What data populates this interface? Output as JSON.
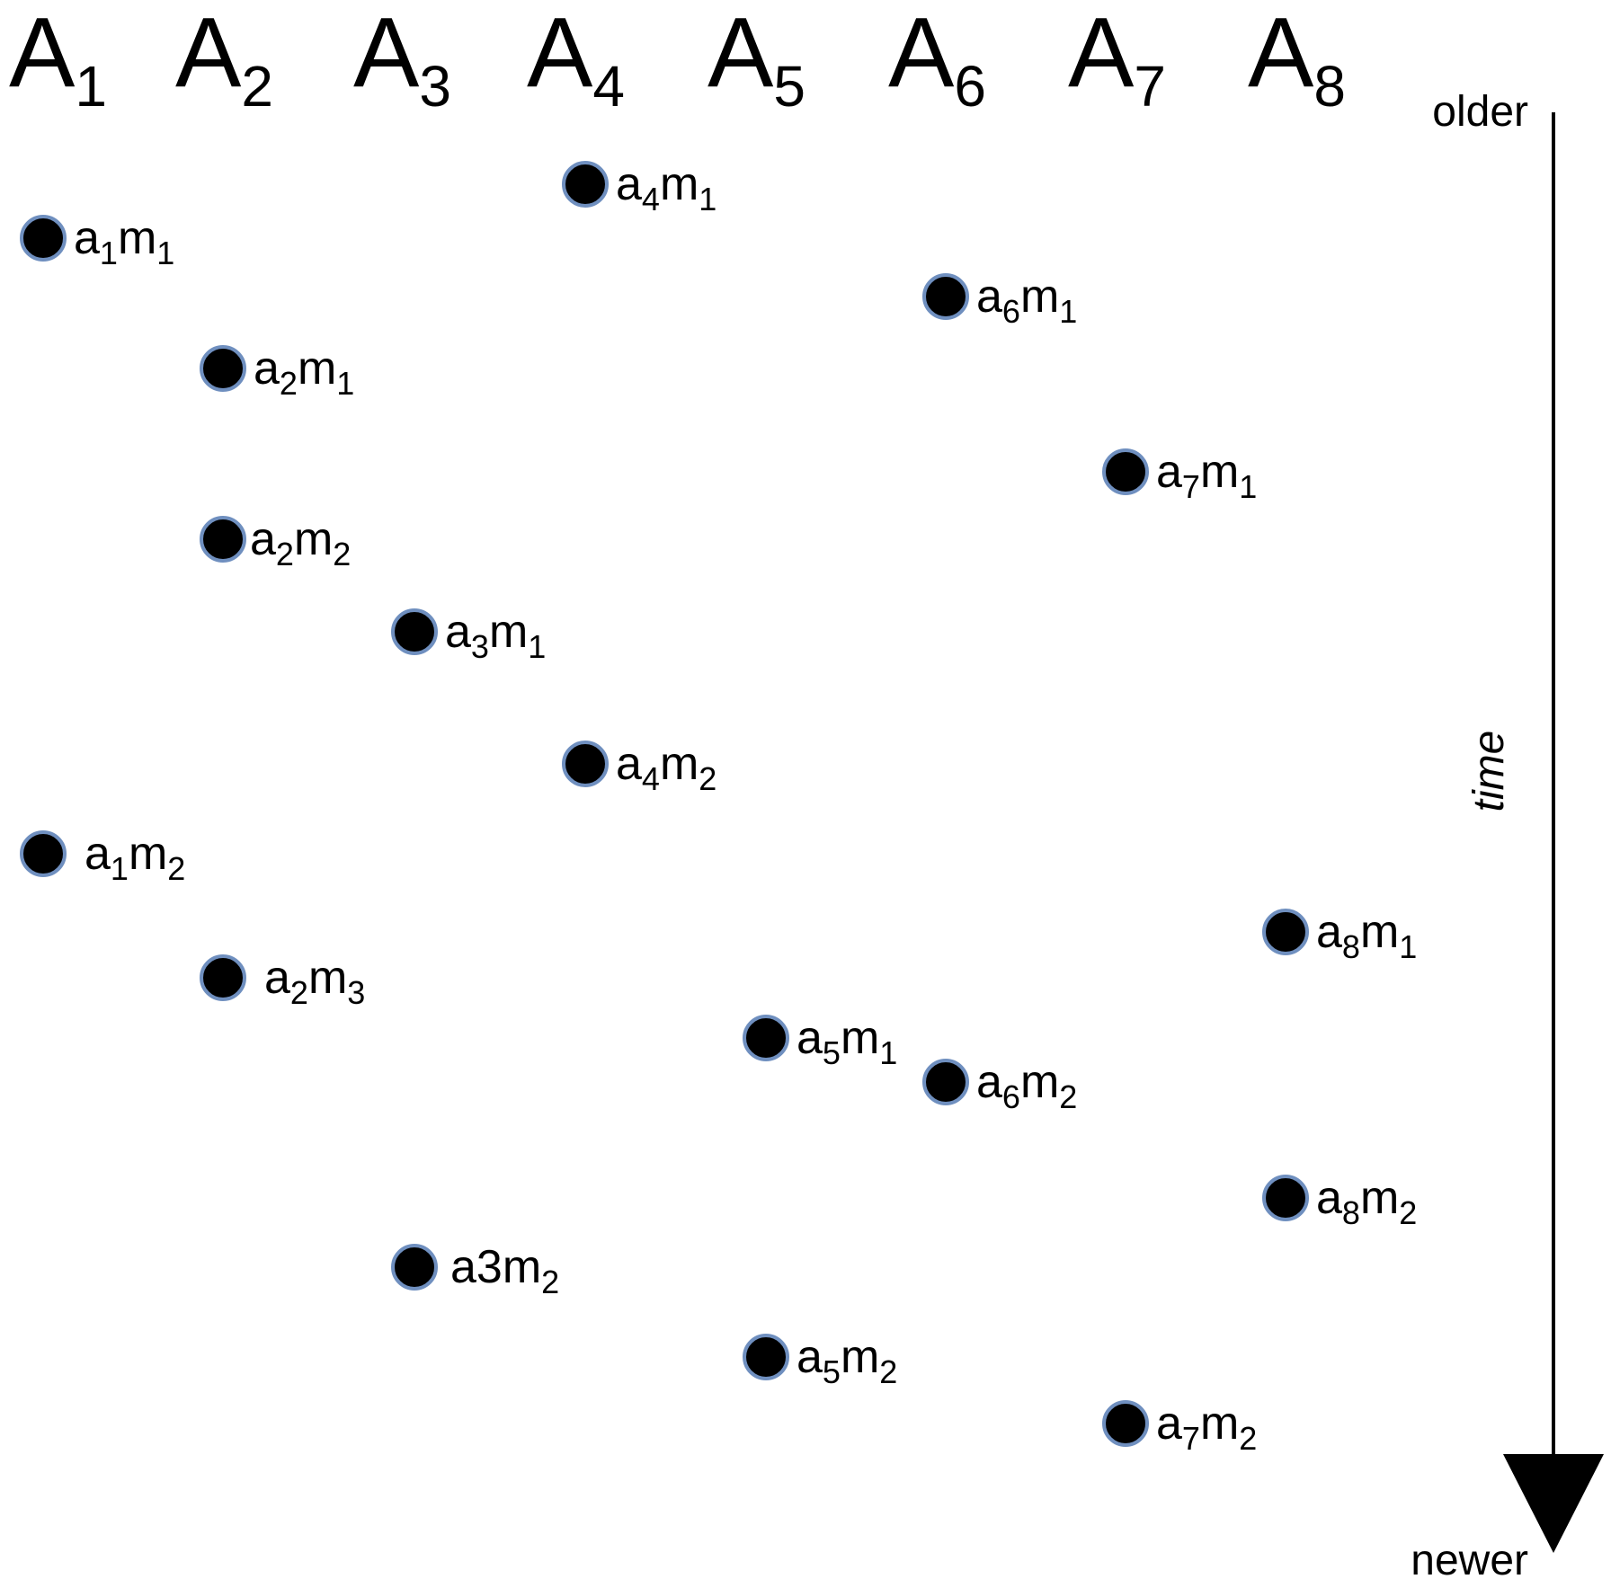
{
  "columns": [
    {
      "id": "A1",
      "base": "A",
      "sub": "1"
    },
    {
      "id": "A2",
      "base": "A",
      "sub": "2"
    },
    {
      "id": "A3",
      "base": "A",
      "sub": "3"
    },
    {
      "id": "A4",
      "base": "A",
      "sub": "4"
    },
    {
      "id": "A5",
      "base": "A",
      "sub": "5"
    },
    {
      "id": "A6",
      "base": "A",
      "sub": "6"
    },
    {
      "id": "A7",
      "base": "A",
      "sub": "7"
    },
    {
      "id": "A8",
      "base": "A",
      "sub": "8"
    }
  ],
  "events": [
    {
      "column": "A4",
      "parts": [
        [
          "a",
          ""
        ],
        [
          "4",
          "s"
        ],
        [
          "m",
          ""
        ],
        [
          "1",
          "s"
        ]
      ]
    },
    {
      "column": "A1",
      "parts": [
        [
          "a",
          ""
        ],
        [
          "1",
          "s"
        ],
        [
          "m",
          ""
        ],
        [
          "1",
          "s"
        ]
      ]
    },
    {
      "column": "A6",
      "parts": [
        [
          "a",
          ""
        ],
        [
          "6",
          "s"
        ],
        [
          "m",
          ""
        ],
        [
          "1",
          "s"
        ]
      ]
    },
    {
      "column": "A2",
      "parts": [
        [
          "a",
          ""
        ],
        [
          "2",
          "s"
        ],
        [
          "m",
          ""
        ],
        [
          "1",
          "s"
        ]
      ]
    },
    {
      "column": "A7",
      "parts": [
        [
          "a",
          ""
        ],
        [
          "7",
          "s"
        ],
        [
          "m",
          ""
        ],
        [
          "1",
          "s"
        ]
      ]
    },
    {
      "column": "A2",
      "parts": [
        [
          "a",
          ""
        ],
        [
          "2",
          "s"
        ],
        [
          "m",
          ""
        ],
        [
          "2",
          "s"
        ]
      ]
    },
    {
      "column": "A3",
      "parts": [
        [
          "a",
          ""
        ],
        [
          "3",
          "s"
        ],
        [
          "m",
          ""
        ],
        [
          "1",
          "s"
        ]
      ]
    },
    {
      "column": "A4",
      "parts": [
        [
          "a",
          ""
        ],
        [
          "4",
          "s"
        ],
        [
          "m",
          ""
        ],
        [
          "2",
          "s"
        ]
      ]
    },
    {
      "column": "A1",
      "parts": [
        [
          "a",
          ""
        ],
        [
          "1",
          "s"
        ],
        [
          "m",
          ""
        ],
        [
          "2",
          "s"
        ]
      ]
    },
    {
      "column": "A8",
      "parts": [
        [
          "a",
          ""
        ],
        [
          "8",
          "s"
        ],
        [
          "m",
          ""
        ],
        [
          "1",
          "s"
        ]
      ]
    },
    {
      "column": "A2",
      "parts": [
        [
          "a",
          ""
        ],
        [
          "2",
          "s"
        ],
        [
          "m",
          ""
        ],
        [
          "3",
          "s"
        ]
      ]
    },
    {
      "column": "A5",
      "parts": [
        [
          "a",
          ""
        ],
        [
          "5",
          "s"
        ],
        [
          "m",
          ""
        ],
        [
          "1",
          "s"
        ]
      ]
    },
    {
      "column": "A6",
      "parts": [
        [
          "a",
          ""
        ],
        [
          "6",
          "s"
        ],
        [
          "m",
          ""
        ],
        [
          "2",
          "s"
        ]
      ]
    },
    {
      "column": "A8",
      "parts": [
        [
          "a",
          ""
        ],
        [
          "8",
          "s"
        ],
        [
          "m",
          ""
        ],
        [
          "2",
          "s"
        ]
      ]
    },
    {
      "column": "A3",
      "parts": [
        [
          "a3m",
          ""
        ],
        [
          "2",
          "s"
        ]
      ]
    },
    {
      "column": "A5",
      "parts": [
        [
          "a",
          ""
        ],
        [
          "5",
          "s"
        ],
        [
          "m",
          ""
        ],
        [
          "2",
          "s"
        ]
      ]
    },
    {
      "column": "A7",
      "parts": [
        [
          "a",
          ""
        ],
        [
          "7",
          "s"
        ],
        [
          "m",
          ""
        ],
        [
          "2",
          "s"
        ]
      ]
    }
  ],
  "axis": {
    "top_label": "older",
    "bottom_label": "newer",
    "title": "time"
  },
  "colors": {
    "dot_fill": "#000000",
    "dot_outline": "#6f8fbf"
  }
}
